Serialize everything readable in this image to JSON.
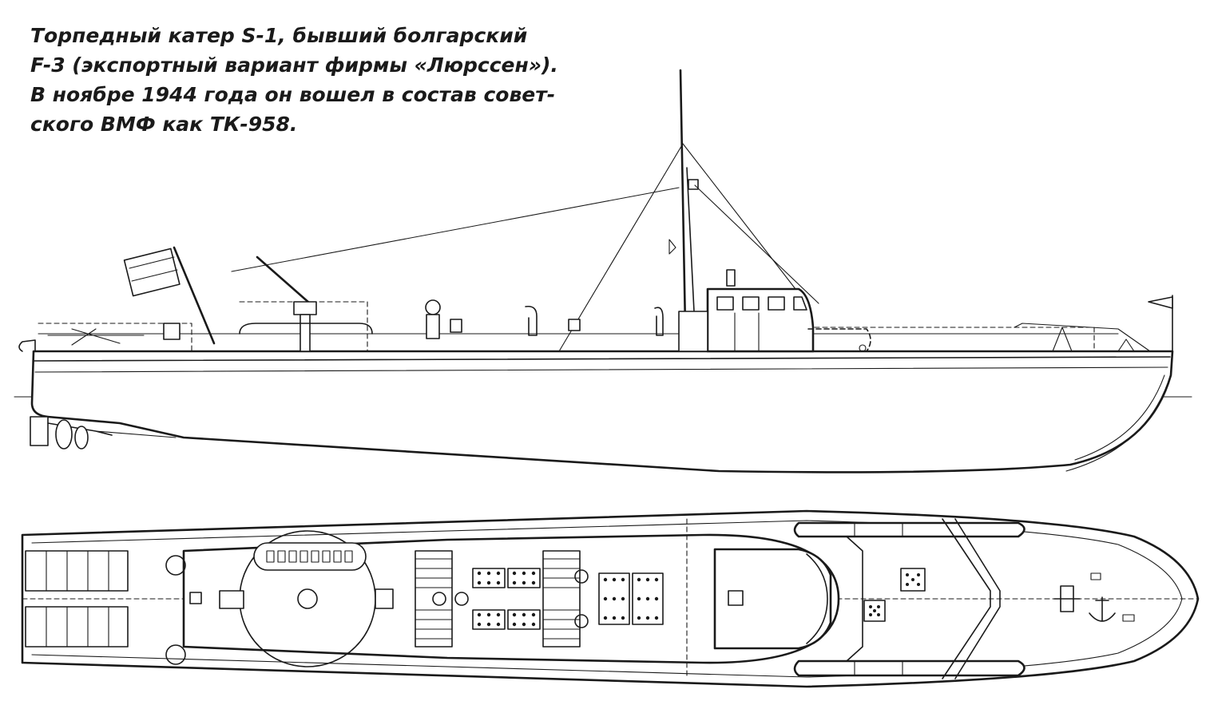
{
  "caption": {
    "lines": [
      "Торпедный катер S-1, бывший болгарский",
      "F-3 (экспортный вариант фирмы «Люрссен»).",
      "В ноябре 1944 года он вошел в состав совет-",
      "ского ВМФ как ТК-958."
    ]
  },
  "drawings": {
    "side_view_icon": "boat-profile",
    "plan_view_icon": "boat-deck-plan",
    "ink_color": "#1a1a1a",
    "paper_color": "#ffffff"
  }
}
